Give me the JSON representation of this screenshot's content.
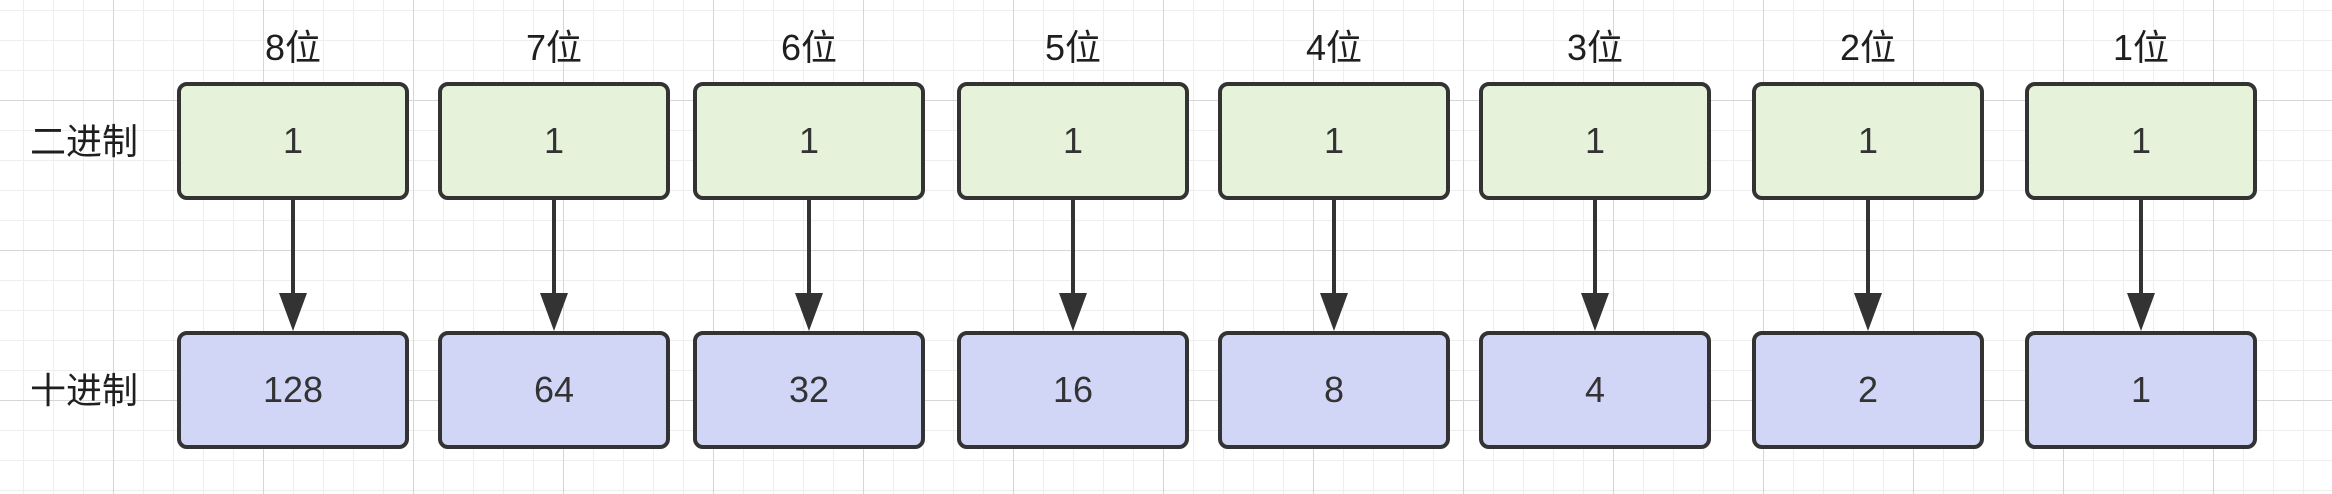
{
  "rows": {
    "binary_label": "二进制",
    "decimal_label": "十进制"
  },
  "columns": [
    {
      "position": "8位",
      "binary": "1",
      "decimal": "128"
    },
    {
      "position": "7位",
      "binary": "1",
      "decimal": "64"
    },
    {
      "position": "6位",
      "binary": "1",
      "decimal": "32"
    },
    {
      "position": "5位",
      "binary": "1",
      "decimal": "16"
    },
    {
      "position": "4位",
      "binary": "1",
      "decimal": "8"
    },
    {
      "position": "3位",
      "binary": "1",
      "decimal": "4"
    },
    {
      "position": "2位",
      "binary": "1",
      "decimal": "2"
    },
    {
      "position": "1位",
      "binary": "1",
      "decimal": "1"
    }
  ],
  "colors": {
    "binary_fill": "#e6f3da",
    "decimal_fill": "#d1d5f6",
    "stroke": "#333333",
    "grid": "#e0e0e0"
  }
}
